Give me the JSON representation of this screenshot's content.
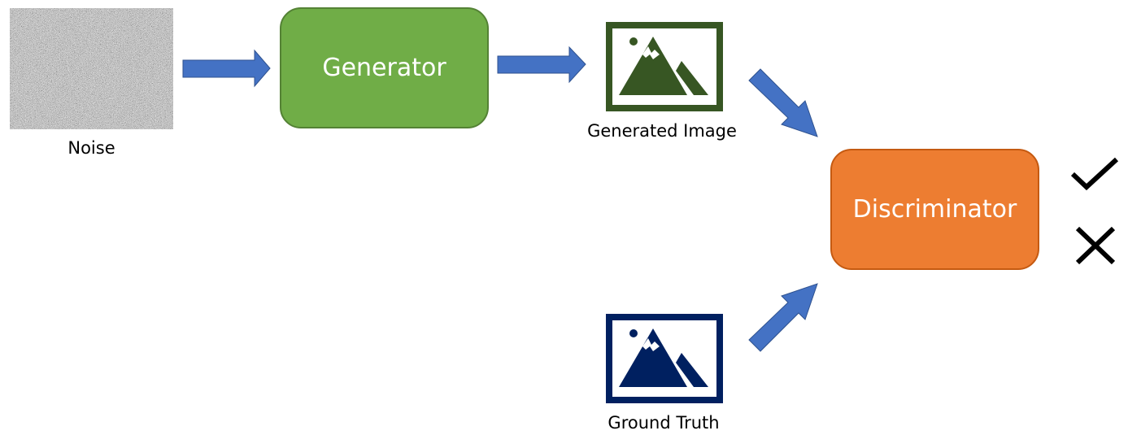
{
  "nodes": {
    "noise": {
      "label": "Noise"
    },
    "generator": {
      "label": "Generator",
      "fill": "#70ad47",
      "border": "#548235"
    },
    "generated_image": {
      "label": "Generated Image",
      "icon": "image-icon",
      "color": "#375623"
    },
    "ground_truth": {
      "label": "Ground Truth",
      "icon": "image-icon",
      "color": "#002060"
    },
    "discriminator": {
      "label": "Discriminator",
      "fill": "#ed7d31",
      "border": "#c55a11"
    }
  },
  "outputs": [
    {
      "icon": "check-icon"
    },
    {
      "icon": "cross-icon"
    }
  ],
  "colors": {
    "arrow_fill": "#4472c4",
    "arrow_border": "#2f528f"
  }
}
